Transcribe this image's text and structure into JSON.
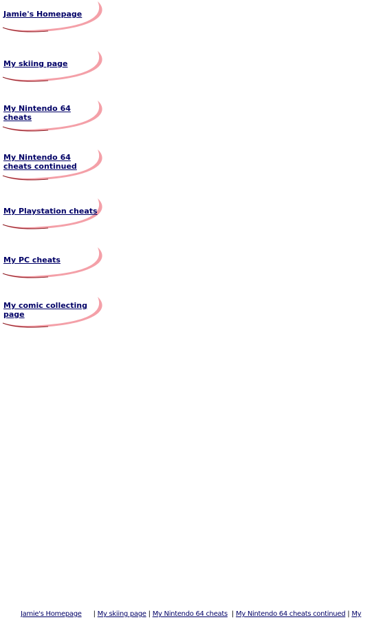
{
  "nav": {
    "items": [
      {
        "label": "Jamie's Homepage"
      },
      {
        "label": "My skiing page"
      },
      {
        "label": "My Nintendo 64 cheats"
      },
      {
        "label": "My Nintendo 64 cheats continued"
      },
      {
        "label": "My Playstation cheats"
      },
      {
        "label": "My PC cheats"
      },
      {
        "label": "My comic collecting page"
      }
    ]
  },
  "footer": {
    "separator": "|",
    "links": [
      {
        "label": "Jamie's Homepage"
      },
      {
        "label": "My skiing page"
      },
      {
        "label": "My Nintendo 64 cheats"
      },
      {
        "label": "My Nintendo 64 cheats continued"
      },
      {
        "label": "My"
      }
    ]
  },
  "colors": {
    "link": "#000066",
    "swoosh_pink": "#f4a0a8",
    "swoosh_dark": "#8a1a20"
  }
}
